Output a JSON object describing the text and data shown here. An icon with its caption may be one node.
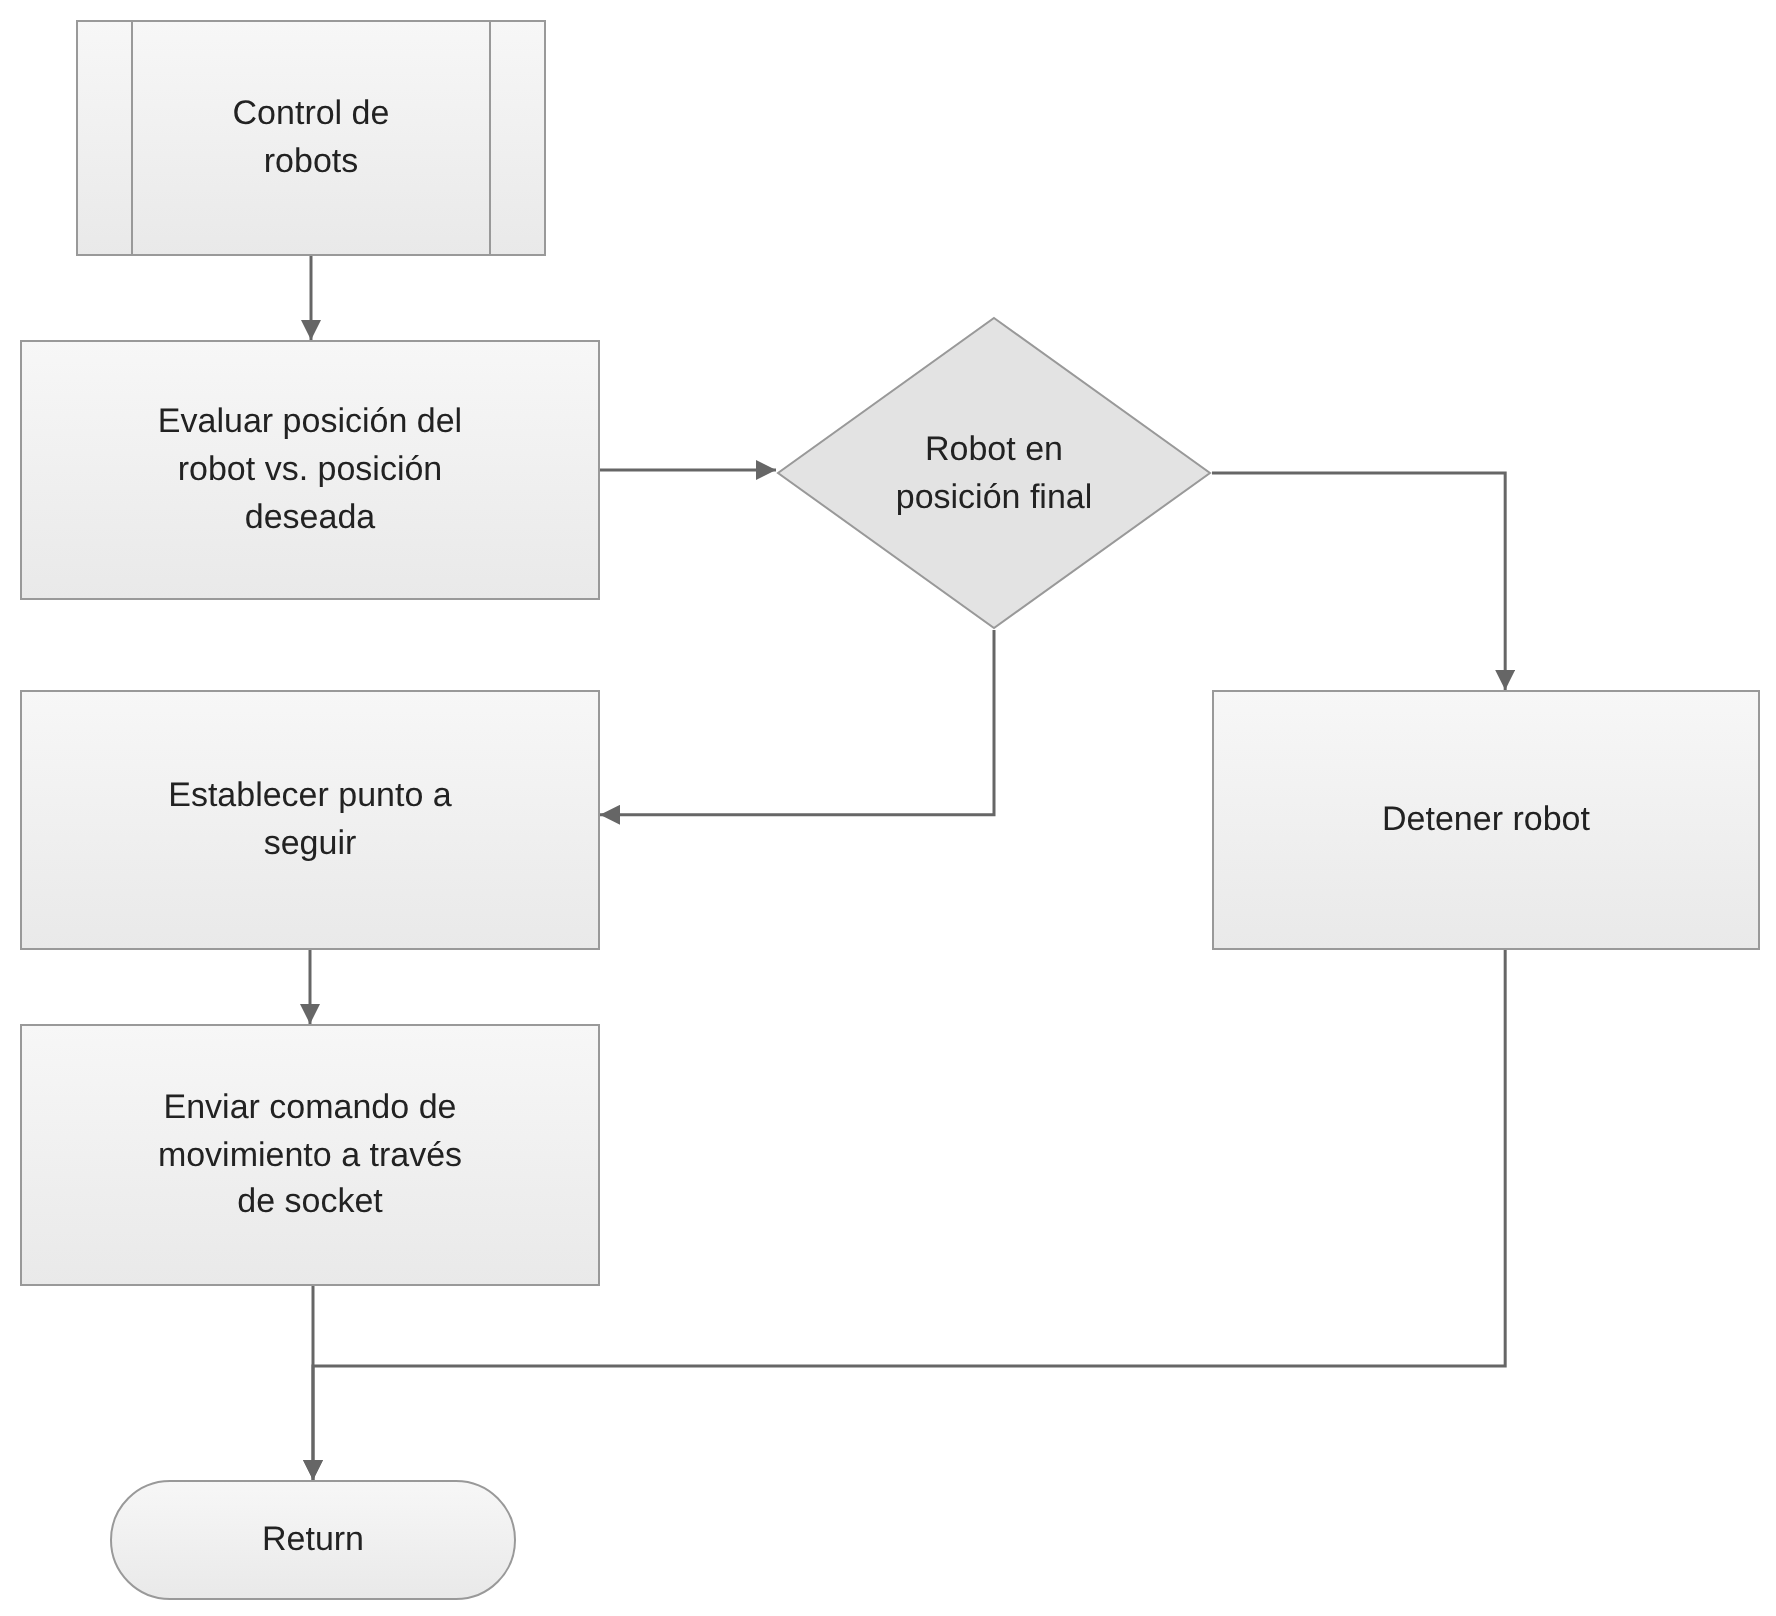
{
  "diagram": {
    "nodes": [
      {
        "text": [
          "Control de robots"
        ]
      },
      {
        "text": [
          "Evaluar posición del robot vs. posición deseada"
        ]
      },
      {
        "text": [
          "Robot en posición final"
        ]
      },
      {
        "text": [
          "Establecer punto a seguir"
        ]
      },
      {
        "text": [
          "Detener robot"
        ]
      },
      {
        "text": [
          "Enviar comando de movimiento a través de socket"
        ]
      },
      {
        "text": [
          "Return"
        ]
      }
    ],
    "edges": [
      {
        "from": 0,
        "to": 1,
        "arrow": "to"
      },
      {
        "from": 1,
        "to": 2,
        "arrow": "to"
      },
      {
        "from": 2,
        "to": 3,
        "arrow": "to"
      },
      {
        "from": 2,
        "to": 4,
        "arrow": "to"
      },
      {
        "from": 3,
        "to": 5,
        "arrow": "to"
      },
      {
        "from": 5,
        "to": 6,
        "arrow": "to"
      },
      {
        "from": 4,
        "to": 6,
        "arrow": "to"
      }
    ]
  }
}
